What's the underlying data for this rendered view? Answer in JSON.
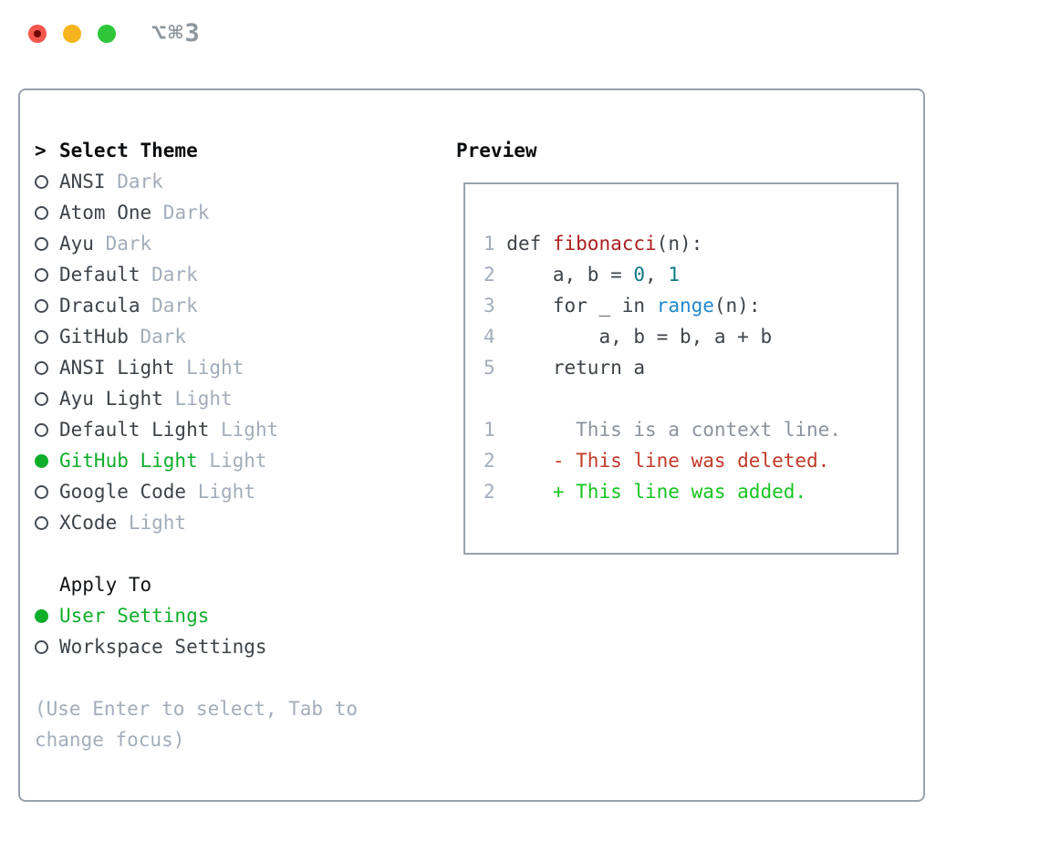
{
  "titlebar": {
    "shortcut": "⌥⌘3",
    "buttons": [
      "close",
      "minimize",
      "maximize"
    ]
  },
  "theme_panel": {
    "title": "Select Theme",
    "cursor": ">",
    "themes": [
      {
        "name": "ANSI",
        "variant": "Dark",
        "selected": false
      },
      {
        "name": "Atom One",
        "variant": "Dark",
        "selected": false
      },
      {
        "name": "Ayu",
        "variant": "Dark",
        "selected": false
      },
      {
        "name": "Default",
        "variant": "Dark",
        "selected": false
      },
      {
        "name": "Dracula",
        "variant": "Dark",
        "selected": false
      },
      {
        "name": "GitHub",
        "variant": "Dark",
        "selected": false
      },
      {
        "name": "ANSI Light",
        "variant": "Light",
        "selected": false
      },
      {
        "name": "Ayu Light",
        "variant": "Light",
        "selected": false
      },
      {
        "name": "Default Light",
        "variant": "Light",
        "selected": false
      },
      {
        "name": "GitHub Light",
        "variant": "Light",
        "selected": true
      },
      {
        "name": "Google Code",
        "variant": "Light",
        "selected": false
      },
      {
        "name": "XCode",
        "variant": "Light",
        "selected": false
      }
    ],
    "apply_to": {
      "title": "Apply To",
      "options": [
        {
          "label": "User Settings",
          "selected": true
        },
        {
          "label": "Workspace Settings",
          "selected": false
        }
      ]
    },
    "hint_lines": [
      "(Use Enter to select, Tab to",
      "change focus)"
    ]
  },
  "preview": {
    "title": "Preview",
    "code_lines": [
      {
        "num": "1",
        "segments": [
          {
            "text": "def ",
            "color": "code"
          },
          {
            "text": "fibonacci",
            "color": "function"
          },
          {
            "text": "(n):",
            "color": "code"
          }
        ]
      },
      {
        "num": "2",
        "segments": [
          {
            "text": "    a, b = ",
            "color": "code"
          },
          {
            "text": "0",
            "color": "number"
          },
          {
            "text": ", ",
            "color": "code"
          },
          {
            "text": "1",
            "color": "number"
          }
        ]
      },
      {
        "num": "3",
        "segments": [
          {
            "text": "    for _ in ",
            "color": "code"
          },
          {
            "text": "range",
            "color": "builtin"
          },
          {
            "text": "(n):",
            "color": "code"
          }
        ]
      },
      {
        "num": "4",
        "segments": [
          {
            "text": "        a, b = b, a + b",
            "color": "code"
          }
        ]
      },
      {
        "num": "5",
        "segments": [
          {
            "text": "    return a",
            "color": "code"
          }
        ]
      },
      {
        "num": "",
        "segments": []
      },
      {
        "num": "1",
        "segments": [
          {
            "text": "      This is a context line.",
            "color": "context"
          }
        ]
      },
      {
        "num": "2",
        "segments": [
          {
            "text": "    ",
            "color": "code"
          },
          {
            "text": "- This line was deleted.",
            "color": "deleted"
          }
        ]
      },
      {
        "num": "2",
        "segments": [
          {
            "text": "    ",
            "color": "code"
          },
          {
            "text": "+ This line was added.",
            "color": "added"
          }
        ]
      }
    ]
  },
  "colors": {
    "code": "#3d4349",
    "function": "#ab1f1f",
    "number": "#0c7a82",
    "builtin": "#2189cc",
    "context": "#8b939d",
    "deleted": "#c23a28",
    "added": "#17c522",
    "selection_green": "#0fae2b",
    "muted_gray": "#a3adba",
    "line_number_gray": "#a3adba",
    "panel_border": "#99a1ac",
    "traffic_red": "#f2564d",
    "traffic_yellow": "#f6b51e",
    "traffic_green": "#2fc63a",
    "shortcut_gray": "#8f979e"
  }
}
